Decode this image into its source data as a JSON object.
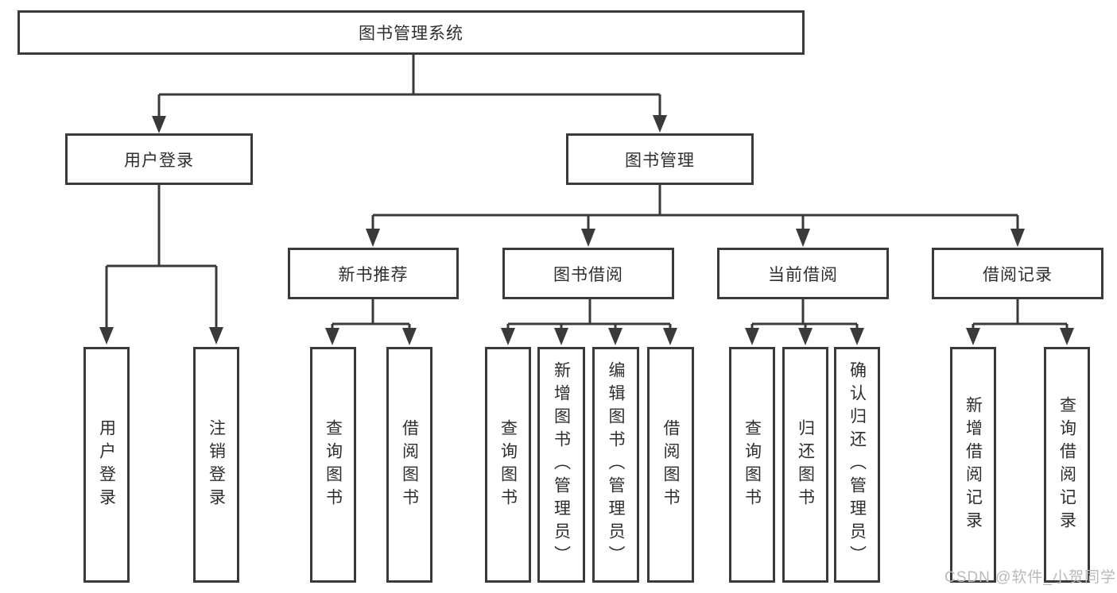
{
  "tree": {
    "label": "图书管理系统",
    "children": [
      {
        "label": "用户登录",
        "children": [
          {
            "label": "用户登录"
          },
          {
            "label": "注销登录"
          }
        ]
      },
      {
        "label": "图书管理",
        "children": [
          {
            "label": "新书推荐",
            "children": [
              {
                "label": "查询图书"
              },
              {
                "label": "借阅图书"
              }
            ]
          },
          {
            "label": "图书借阅",
            "children": [
              {
                "label": "查询图书"
              },
              {
                "label": "新增图书（管理员）"
              },
              {
                "label": "编辑图书（管理员）"
              },
              {
                "label": "借阅图书"
              }
            ]
          },
          {
            "label": "当前借阅",
            "children": [
              {
                "label": "查询图书"
              },
              {
                "label": "归还图书"
              },
              {
                "label": "确认归还（管理员）"
              }
            ]
          },
          {
            "label": "借阅记录",
            "children": [
              {
                "label": "新增借阅记录"
              },
              {
                "label": "查询借阅记录"
              }
            ]
          }
        ]
      }
    ]
  },
  "watermark": "CSDN @软件_小贺同学",
  "colors": {
    "line": "#3a3a3a",
    "box_border": "#3a3a3a",
    "text": "#2e2e2e",
    "watermark": "#b9b9b9",
    "background": "#ffffff"
  }
}
